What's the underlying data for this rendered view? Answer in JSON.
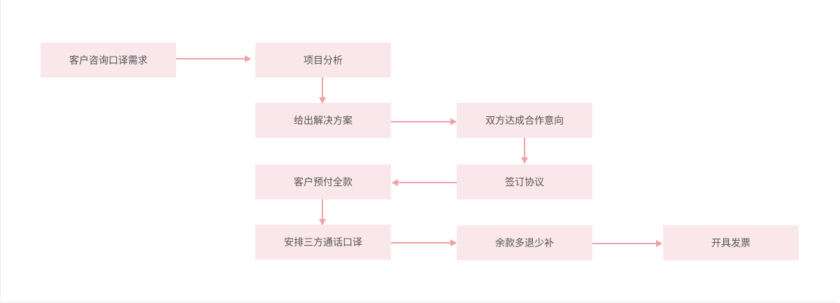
{
  "flowchart": {
    "steps": {
      "inquiry": "客户咨询口译需求",
      "analysis": "项目分析",
      "solution": "给出解决方案",
      "agreement_intent": "双方达成合作意向",
      "sign": "签订协议",
      "prepay": "客户预付全款",
      "arrange": "安排三方通话口译",
      "refund": "余款多退少补",
      "invoice": "开具发票"
    },
    "colors": {
      "box_fill": "#fae7ec",
      "arrow": "#f0a0a6",
      "text": "#555555"
    }
  }
}
